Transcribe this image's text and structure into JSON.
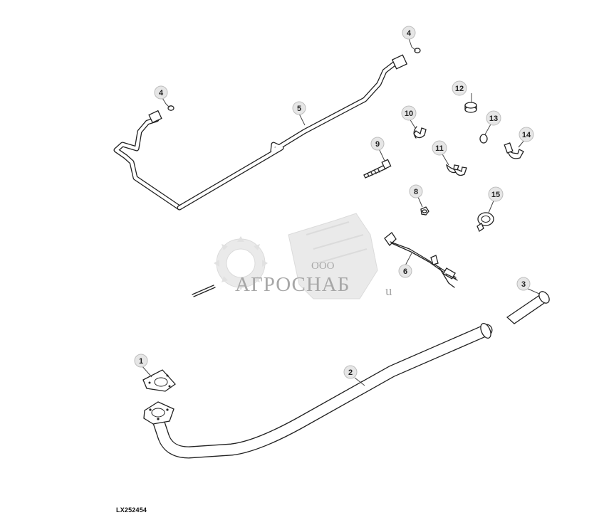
{
  "callouts": [
    {
      "id": "4a",
      "label": "4"
    },
    {
      "id": "4b",
      "label": "4"
    },
    {
      "id": "5",
      "label": "5"
    },
    {
      "id": "12",
      "label": "12"
    },
    {
      "id": "10",
      "label": "10"
    },
    {
      "id": "13",
      "label": "13"
    },
    {
      "id": "9",
      "label": "9"
    },
    {
      "id": "11",
      "label": "11"
    },
    {
      "id": "14",
      "label": "14"
    },
    {
      "id": "8",
      "label": "8"
    },
    {
      "id": "15",
      "label": "15"
    },
    {
      "id": "6",
      "label": "6"
    },
    {
      "id": "3",
      "label": "3"
    },
    {
      "id": "1",
      "label": "1"
    },
    {
      "id": "2",
      "label": "2"
    }
  ],
  "watermark": {
    "small_text": "ООО",
    "brand_text": "АГРОСНАБ",
    "suffix_text": "u"
  },
  "reference_code": "LX252454",
  "colors": {
    "line": "#222222",
    "callout_fill": "#e6e6e6",
    "watermark": "#8a8a8a"
  }
}
